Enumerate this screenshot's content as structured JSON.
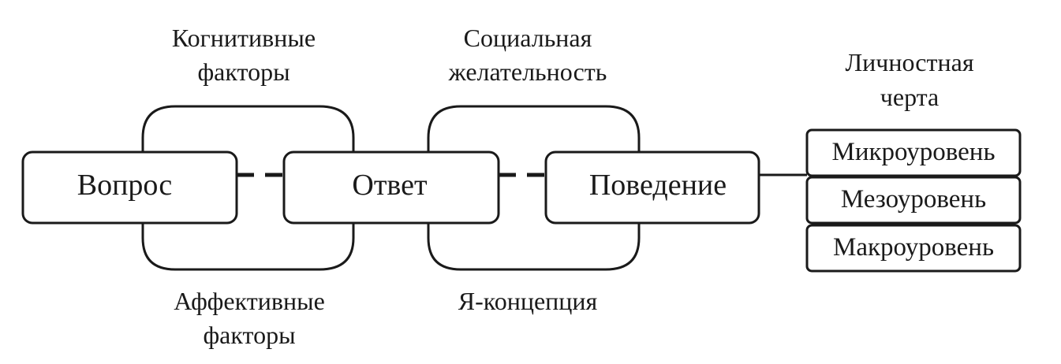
{
  "diagram": {
    "boxes": {
      "question": "Вопрос",
      "answer": "Ответ",
      "behavior": "Поведение"
    },
    "factors": {
      "cognitive": [
        "Когнитивные",
        "факторы"
      ],
      "affective": [
        "Аффективные",
        "факторы"
      ],
      "social_desirability": [
        "Социальная",
        "желательность"
      ],
      "self_concept": [
        "Я-концепция"
      ]
    },
    "trait": {
      "title": [
        "Личностная",
        "черта"
      ],
      "levels": [
        "Микроуровень",
        "Мезоуровень",
        "Макроуровень"
      ]
    }
  }
}
